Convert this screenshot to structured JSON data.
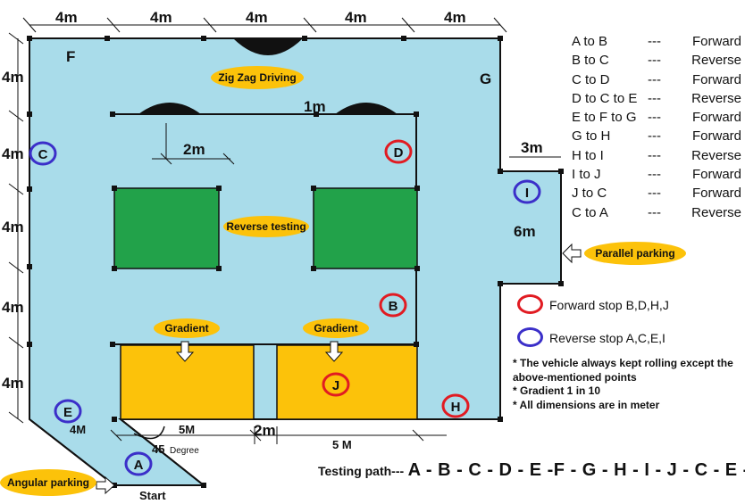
{
  "top_dims": [
    "4m",
    "4m",
    "4m",
    "4m",
    "4m"
  ],
  "left_dims": [
    "4m",
    "4m",
    "4m",
    "4m",
    "4m"
  ],
  "inner_dims": {
    "lane_gap": "2m",
    "bump_gap": "1m",
    "parallel_width": "3m",
    "parallel_length": "6m",
    "bottom_5m_left": "5M",
    "bottom_2m": "2m",
    "bottom_5m_right": "5 M",
    "angular_4m": "4M",
    "angle": "45",
    "angle_unit": "Degree"
  },
  "letters": {
    "F": "F",
    "G": "G"
  },
  "stops": {
    "A": "A",
    "B": "B",
    "C": "C",
    "D": "D",
    "E": "E",
    "H": "H",
    "I": "I",
    "J": "J"
  },
  "labels": {
    "zigzag": "Zig Zag Driving",
    "reverse_testing": "Reverse testing",
    "gradient_left": "Gradient",
    "gradient_right": "Gradient",
    "parallel_parking": "Parallel parking",
    "angular_parking": "Angular parking",
    "start": "Start"
  },
  "directions": [
    {
      "from": "A to B",
      "sep": "---",
      "action": "Forward"
    },
    {
      "from": "B to C",
      "sep": "---",
      "action": "Reverse"
    },
    {
      "from": "C to D",
      "sep": "---",
      "action": "Forward"
    },
    {
      "from": "D to C to E",
      "sep": "---",
      "action": "Reverse"
    },
    {
      "from": "E to F to G",
      "sep": "---",
      "action": "Forward"
    },
    {
      "from": "G to H",
      "sep": "---",
      "action": "Forward"
    },
    {
      "from": "H to I",
      "sep": "---",
      "action": "Reverse"
    },
    {
      "from": "I  to J",
      "sep": "---",
      "action": "Forward"
    },
    {
      "from": "J to C",
      "sep": "---",
      "action": "Forward"
    },
    {
      "from": "C to A",
      "sep": "---",
      "action": "Reverse"
    }
  ],
  "legend": {
    "forward": "Forward stop B,D,H,J",
    "reverse": "Reverse stop A,C,E,I"
  },
  "notes": [
    "*  The vehicle always kept  rolling except the above-mentioned points",
    "* Gradient 1 in 10",
    "*  All dimensions are in meter"
  ],
  "testing_path": {
    "label": "Testing path---",
    "value": "A - B - C - D - E -F - G - H - I - J - C - E - A"
  },
  "colors": {
    "track": "#a9dcea",
    "green": "#22a24a",
    "yellow": "#fcc20a",
    "red": "#e11b22",
    "blue": "#3b2fc9",
    "label_fill": "#fcc20a"
  }
}
